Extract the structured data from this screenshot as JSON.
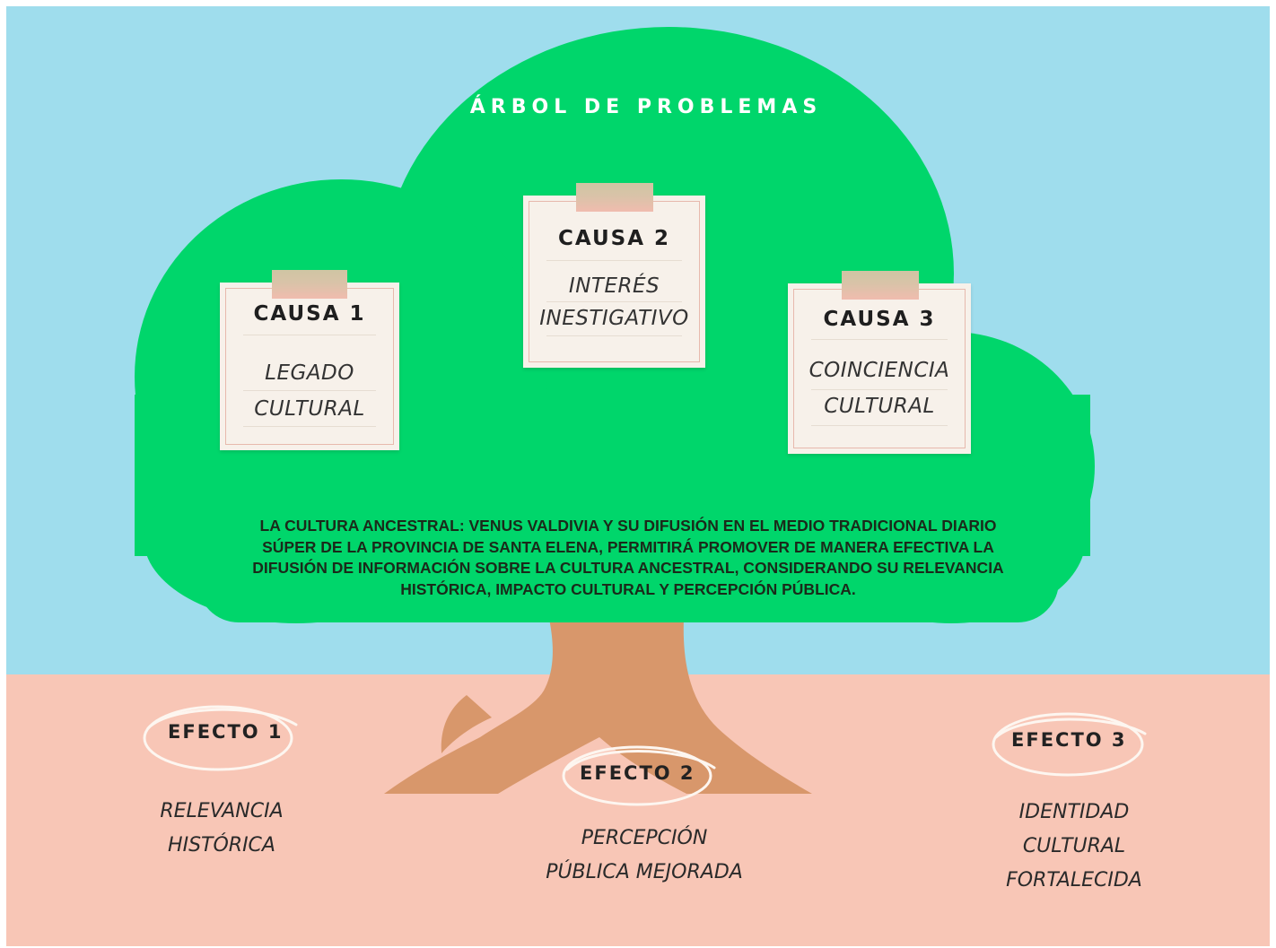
{
  "title": "ÁRBOL DE PROBLEMAS",
  "colors": {
    "sky": "#9fdded",
    "ground": "#f8c6b6",
    "canopy": "#00d66b",
    "trunk": "#d8976b",
    "note": "#f7f1ea",
    "title_text": "#ffffff"
  },
  "causes": [
    {
      "label": "CAUSA 1",
      "lines": [
        "LEGADO",
        "CULTURAL"
      ]
    },
    {
      "label": "CAUSA 2",
      "lines": [
        "INTERÉS",
        "INESTIGATIVO"
      ]
    },
    {
      "label": "CAUSA 3",
      "lines": [
        "COINCIENCIA",
        "CULTURAL"
      ]
    }
  ],
  "problem": {
    "lines": [
      "LA CULTURA ANCESTRAL: VENUS VALDIVIA Y SU DIFUSIÓN EN EL MEDIO TRADICIONAL DIARIO",
      "SÚPER DE LA PROVINCIA DE SANTA ELENA, PERMITIRÁ PROMOVER DE MANERA EFECTIVA LA",
      "DIFUSIÓN DE INFORMACIÓN SOBRE LA CULTURA ANCESTRAL, CONSIDERANDO SU RELEVANCIA",
      "HISTÓRICA, IMPACTO CULTURAL Y PERCEPCIÓN PÚBLICA."
    ]
  },
  "effects": [
    {
      "label": "EFECTO 1",
      "lines": [
        "RELEVANCIA",
        "HISTÓRICA"
      ]
    },
    {
      "label": "EFECTO 2",
      "lines": [
        "PERCEPCIÓN",
        "PÚBLICA MEJORADA"
      ]
    },
    {
      "label": "EFECTO 3",
      "lines": [
        "IDENTIDAD",
        "CULTURAL",
        "FORTALECIDA"
      ]
    }
  ]
}
